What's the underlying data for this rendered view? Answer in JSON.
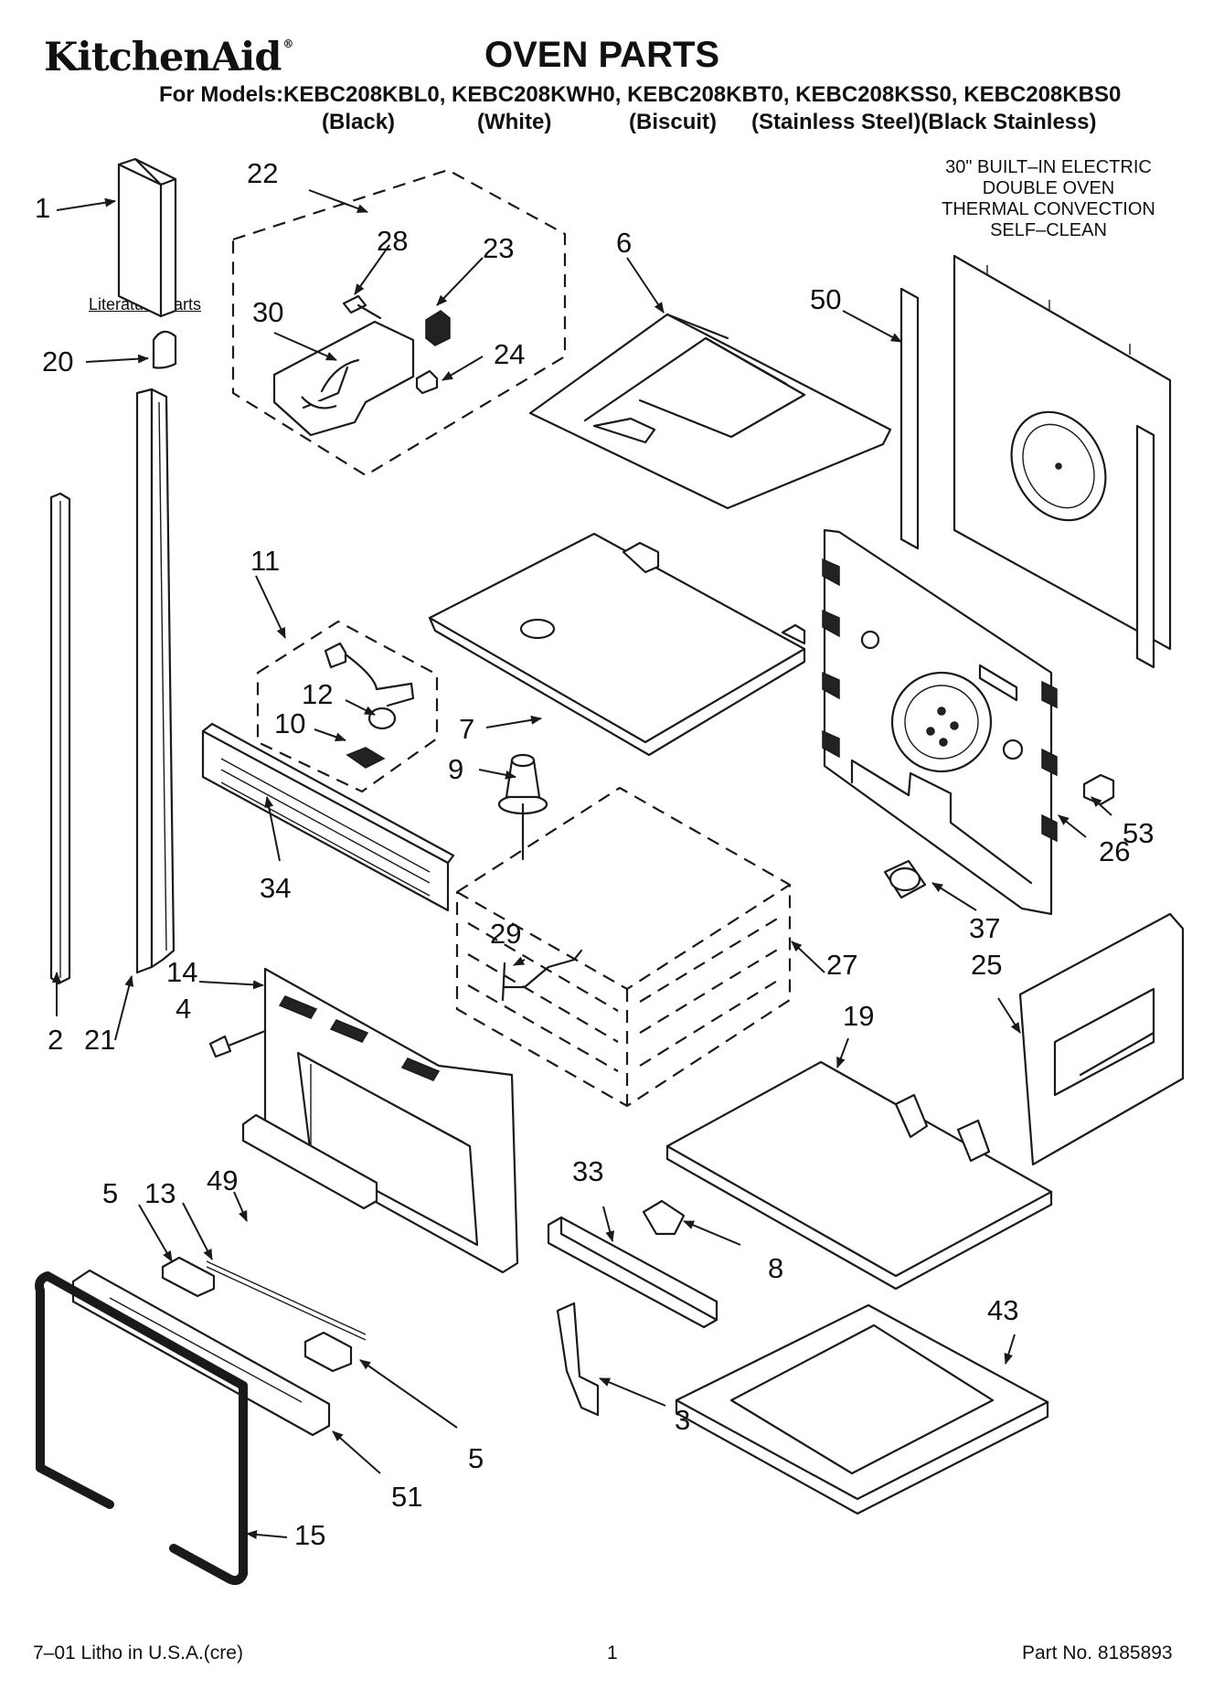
{
  "header": {
    "brand": "KitchenAid",
    "brand_mark": "®",
    "title": "OVEN PARTS",
    "models_line": "For Models:KEBC208KBL0, KEBC208KWH0, KEBC208KBT0, KEBC208KSS0, KEBC208KBS0",
    "finishes": [
      "(Black)",
      "(White)",
      "(Biscuit)",
      "(Stainless Steel)(Black Stainless)"
    ]
  },
  "oven_type": [
    "30\" BUILT–IN ELECTRIC",
    "DOUBLE OVEN",
    "THERMAL CONVECTION",
    "SELF–CLEAN"
  ],
  "literature_label": "Literature Parts",
  "callouts": [
    "1",
    "2",
    "3",
    "4",
    "5",
    "5",
    "6",
    "7",
    "8",
    "9",
    "10",
    "11",
    "12",
    "13",
    "14",
    "15",
    "19",
    "20",
    "21",
    "22",
    "23",
    "24",
    "25",
    "26",
    "27",
    "28",
    "29",
    "30",
    "33",
    "34",
    "37",
    "43",
    "49",
    "50",
    "51",
    "53"
  ],
  "footer": {
    "litho": "7–01 Litho in U.S.A.(cre)",
    "page": "1",
    "part_no": "Part No. 8185893"
  },
  "colors": {
    "ink": "#1a1a1a",
    "paper": "#ffffff"
  }
}
